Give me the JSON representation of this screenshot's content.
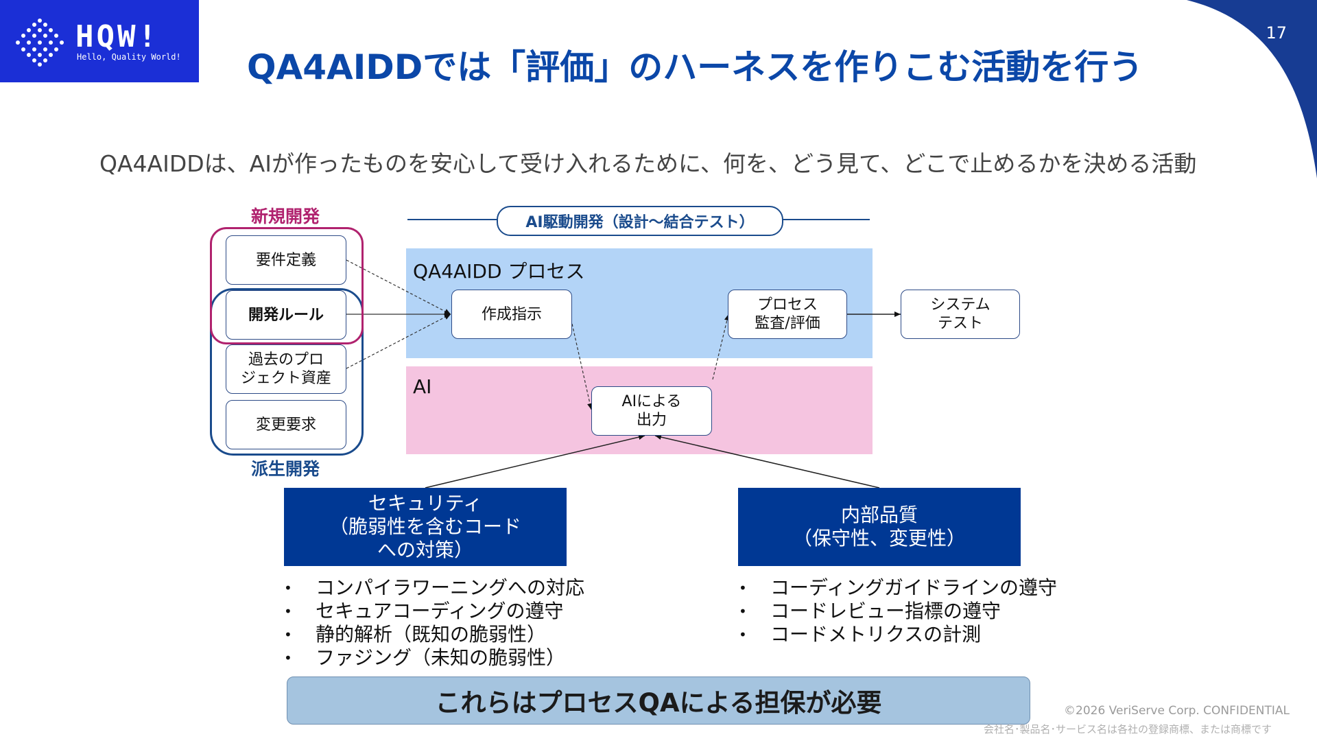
{
  "colors": {
    "brand_blue": "#1b2fd6",
    "title_blue": "#0b47a8",
    "process_band": "#b3d4f7",
    "ai_band": "#f5c4e0",
    "new_dev": "#b0226e",
    "derived_dev": "#1a4b8c",
    "block_blue": "#003894",
    "conclusion_bg": "#a5c4df"
  },
  "logo": {
    "text": "HQW!",
    "tagline": "Hello, Quality World!",
    "icon": "dot-grid-logo-icon"
  },
  "page_number": "17",
  "title": "QA4AIDDでは「評価」のハーネスを作りこむ活動を行う",
  "subtitle": "QA4AIDDは、AIが作ったものを安心して受け入れるために、何を、どう見て、どこで止めるかを決める活動",
  "diagram": {
    "ai_driven_label": "AI駆動開発（設計～結合テスト）",
    "process_lane_label": "QA4AIDD プロセス",
    "ai_lane_label": "AI",
    "new_dev_label": "新規開発",
    "derived_dev_label": "派生開発",
    "inputs": [
      {
        "label": "要件定義"
      },
      {
        "label": "開発ルール"
      },
      {
        "label": "過去のプロ\nジェクト資産"
      },
      {
        "label": "変更要求"
      }
    ],
    "instruction": "作成指示",
    "ai_output": "AIによる\n出力",
    "audit": "プロセス\n監査/評価",
    "system_test": "システム\nテスト"
  },
  "security": {
    "title": "セキュリティ\n（脆弱性を含むコード\nへの対策）",
    "items": [
      "コンパイラワーニングへの対応",
      "セキュアコーディングの遵守",
      "静的解析（既知の脆弱性）",
      "ファジング（未知の脆弱性）"
    ]
  },
  "internal_quality": {
    "title": "内部品質\n（保守性、変更性）",
    "items": [
      "コーディングガイドラインの遵守",
      "コードレビュー指標の遵守",
      "コードメトリクスの計測"
    ]
  },
  "conclusion": "これらはプロセスQAによる担保が必要",
  "footer": {
    "copyright": "©2026 VeriServe Corp. CONFIDENTIAL",
    "trademark": "会社名･製品名･サービス名は各社の登録商標、または商標です"
  }
}
